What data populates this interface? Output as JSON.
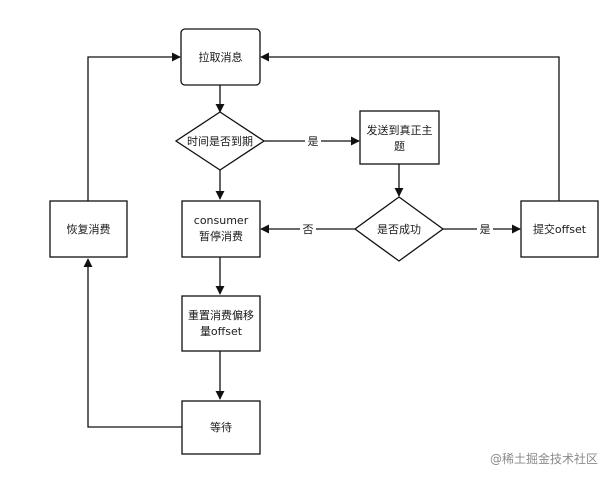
{
  "nodes": {
    "fetch": {
      "label": "拉取消息"
    },
    "expired": {
      "label": "时间是否到期"
    },
    "send_topic": {
      "lines": [
        "发送到真正主",
        "题"
      ]
    },
    "success": {
      "label": "是否成功"
    },
    "commit": {
      "label": "提交offset"
    },
    "pause": {
      "lines": [
        "consumer",
        "暂停消费"
      ]
    },
    "reset": {
      "lines": [
        "重置消费偏移",
        "量offset"
      ]
    },
    "wait": {
      "label": "等待"
    },
    "resume": {
      "label": "恢复消费"
    }
  },
  "edges": {
    "yes_expired": "是",
    "no_success": "否",
    "yes_success": "是"
  },
  "watermark": "@稀土掘金技术社区"
}
